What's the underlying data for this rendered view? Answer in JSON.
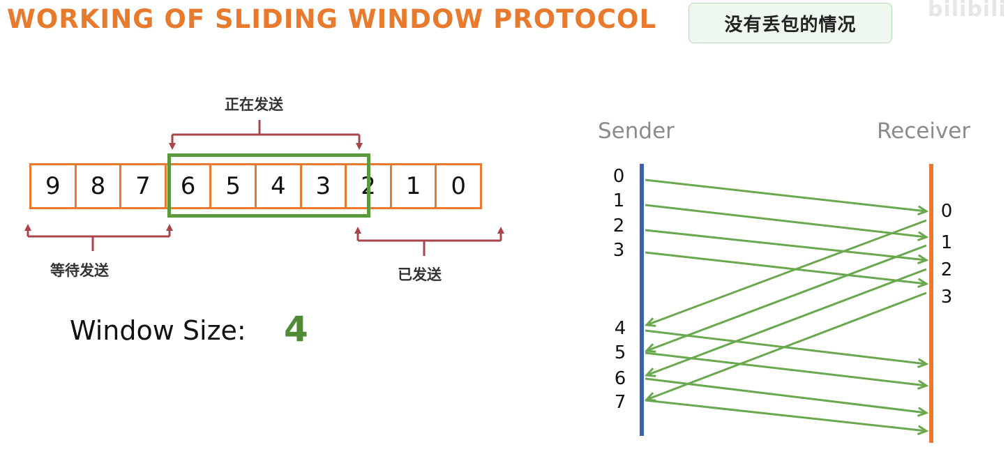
{
  "header": {
    "title": "WORKING OF SLIDING WINDOW PROTOCOL",
    "badge": "没有丢包的情况",
    "watermark": "bilibili"
  },
  "sequence": {
    "cells": [
      "9",
      "8",
      "7",
      "6",
      "5",
      "4",
      "3",
      "2",
      "1",
      "0"
    ],
    "sending_label": "正在发送",
    "waiting_label": "等待发送",
    "sent_label": "已发送"
  },
  "window": {
    "label": "Window Size:",
    "value": "4"
  },
  "timing": {
    "sender_label": "Sender",
    "receiver_label": "Receiver",
    "sender_numbers": [
      "0",
      "1",
      "2",
      "3",
      "4",
      "5",
      "6",
      "7"
    ],
    "receiver_numbers": [
      "0",
      "1",
      "2",
      "3"
    ]
  },
  "colors": {
    "title": "#e87a2e",
    "cell_border": "#e8792e",
    "window_border": "#5a9a3c",
    "bracket": "#a8444b",
    "sender_line": "#3a62b0",
    "receiver_line": "#e8792e",
    "arrow": "#6aa84f"
  }
}
